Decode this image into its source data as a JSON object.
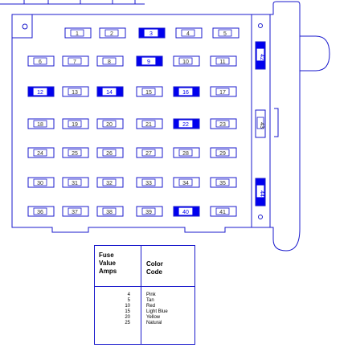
{
  "fuses": [
    {
      "label": "1",
      "filled": false
    },
    {
      "label": "2",
      "filled": false
    },
    {
      "label": "3",
      "filled": true
    },
    {
      "label": "4",
      "filled": false
    },
    {
      "label": "5",
      "filled": false
    },
    {
      "label": "6",
      "filled": false
    },
    {
      "label": "7",
      "filled": false
    },
    {
      "label": "8",
      "filled": false
    },
    {
      "label": "9",
      "filled": true
    },
    {
      "label": "10",
      "filled": false
    },
    {
      "label": "11",
      "filled": false
    },
    {
      "label": "12",
      "filled": true
    },
    {
      "label": "13",
      "filled": false
    },
    {
      "label": "14",
      "filled": true
    },
    {
      "label": "15",
      "filled": false
    },
    {
      "label": "16",
      "filled": true
    },
    {
      "label": "17",
      "filled": false
    },
    {
      "label": "18",
      "filled": false
    },
    {
      "label": "19",
      "filled": false
    },
    {
      "label": "20",
      "filled": false
    },
    {
      "label": "21",
      "filled": false
    },
    {
      "label": "22",
      "filled": true
    },
    {
      "label": "23",
      "filled": false
    },
    {
      "label": "24",
      "filled": false
    },
    {
      "label": "25",
      "filled": false
    },
    {
      "label": "26",
      "filled": false
    },
    {
      "label": "27",
      "filled": false
    },
    {
      "label": "28",
      "filled": false
    },
    {
      "label": "29",
      "filled": false
    },
    {
      "label": "30",
      "filled": false
    },
    {
      "label": "31",
      "filled": false
    },
    {
      "label": "32",
      "filled": false
    },
    {
      "label": "33",
      "filled": false
    },
    {
      "label": "34",
      "filled": false
    },
    {
      "label": "35",
      "filled": false
    },
    {
      "label": "36",
      "filled": false
    },
    {
      "label": "37",
      "filled": false
    },
    {
      "label": "38",
      "filled": false
    },
    {
      "label": "39",
      "filled": false
    },
    {
      "label": "40",
      "filled": true
    },
    {
      "label": "41",
      "filled": false
    }
  ],
  "side_fuses": [
    {
      "label": "42",
      "filled": true
    },
    {
      "label": "43",
      "filled": false
    },
    {
      "label": "44",
      "filled": true
    }
  ],
  "legend": {
    "header_left": "Fuse\nValue\nAmps",
    "header_right": "Color\nCode",
    "rows": [
      {
        "amps": "4",
        "color": "Pink"
      },
      {
        "amps": "5",
        "color": "Tan"
      },
      {
        "amps": "10",
        "color": "Red"
      },
      {
        "amps": "15",
        "color": "Light Blue"
      },
      {
        "amps": "20",
        "color": "Yellow"
      },
      {
        "amps": "25",
        "color": "Natural"
      }
    ]
  },
  "colors": {
    "line": "#1a1acc",
    "fill": "#0000ee"
  }
}
